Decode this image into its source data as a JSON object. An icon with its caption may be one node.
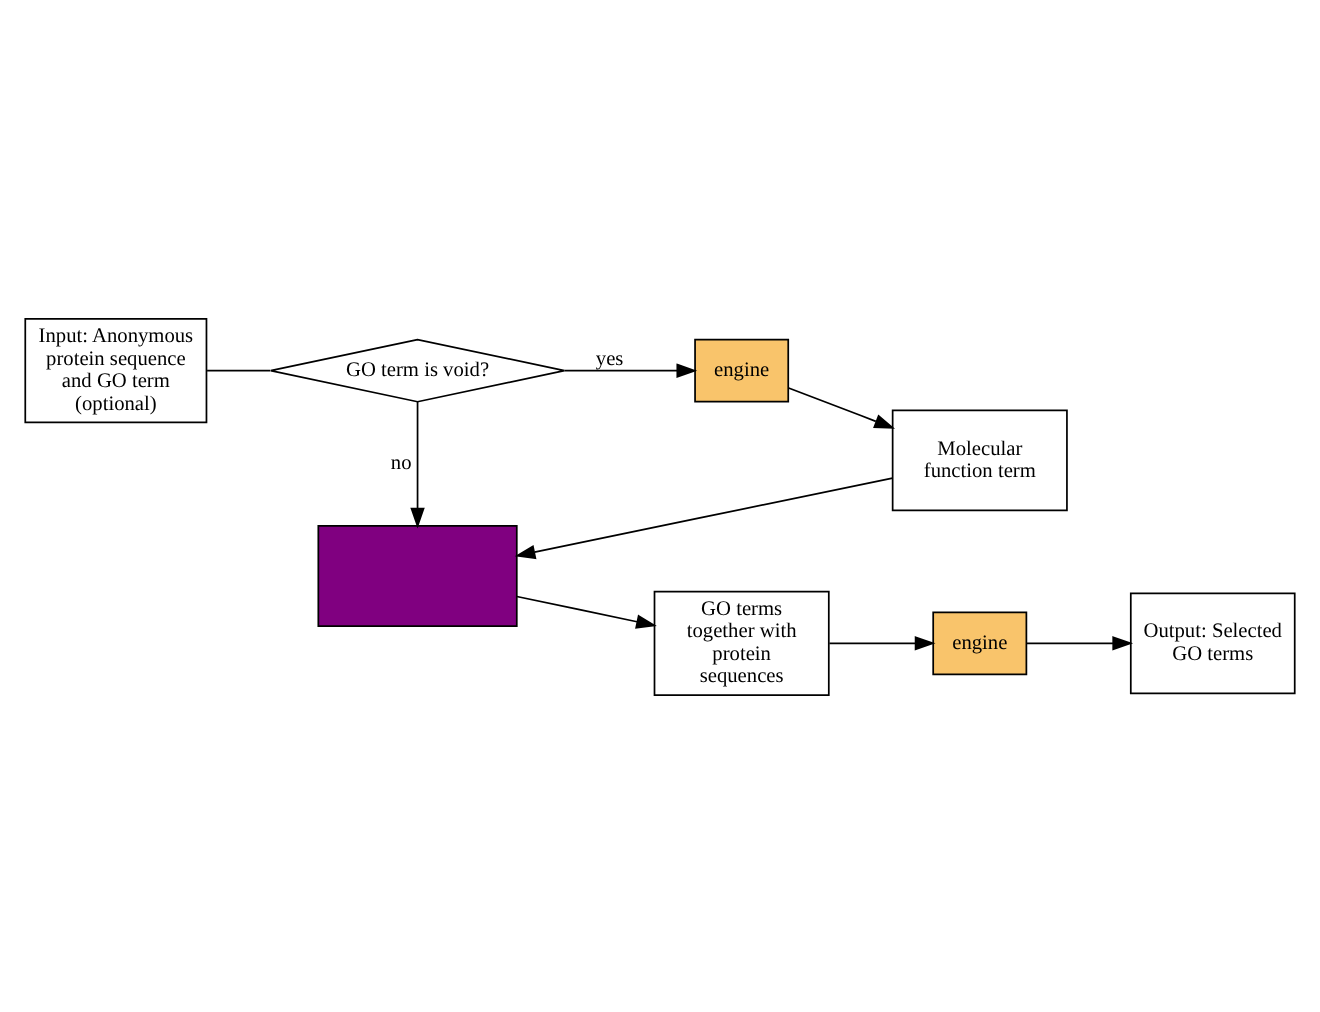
{
  "diagram": {
    "nodes": [
      {
        "text": [
          "Input: Anonymous protein sequence and GO term (optional)"
        ]
      },
      {
        "text": [
          "GO term is void?"
        ]
      },
      {
        "text": [
          "engine"
        ]
      },
      {
        "text": [
          "Molecular function term"
        ]
      },
      {
        "text": [],
        "shape": "box"
      },
      {
        "text": [
          "GO terms together with protein sequences"
        ]
      },
      {
        "text": [
          "engine"
        ]
      },
      {
        "text": [
          "Output: Selected GO terms"
        ]
      }
    ],
    "edges": [
      {
        "from": 0,
        "to": 1,
        "arrow": "none"
      },
      {
        "from": 1,
        "to": 2,
        "arrow": "to",
        "label": "yes"
      },
      {
        "from": 1,
        "to": 4,
        "arrow": "to",
        "label": "no"
      },
      {
        "from": 2,
        "to": 3,
        "arrow": "to"
      },
      {
        "from": 3,
        "to": 4,
        "arrow": "to"
      },
      {
        "from": 4,
        "to": 5,
        "arrow": "to"
      },
      {
        "from": 5,
        "to": 6,
        "arrow": "to"
      },
      {
        "from": 6,
        "to": 7,
        "arrow": "to"
      }
    ]
  }
}
